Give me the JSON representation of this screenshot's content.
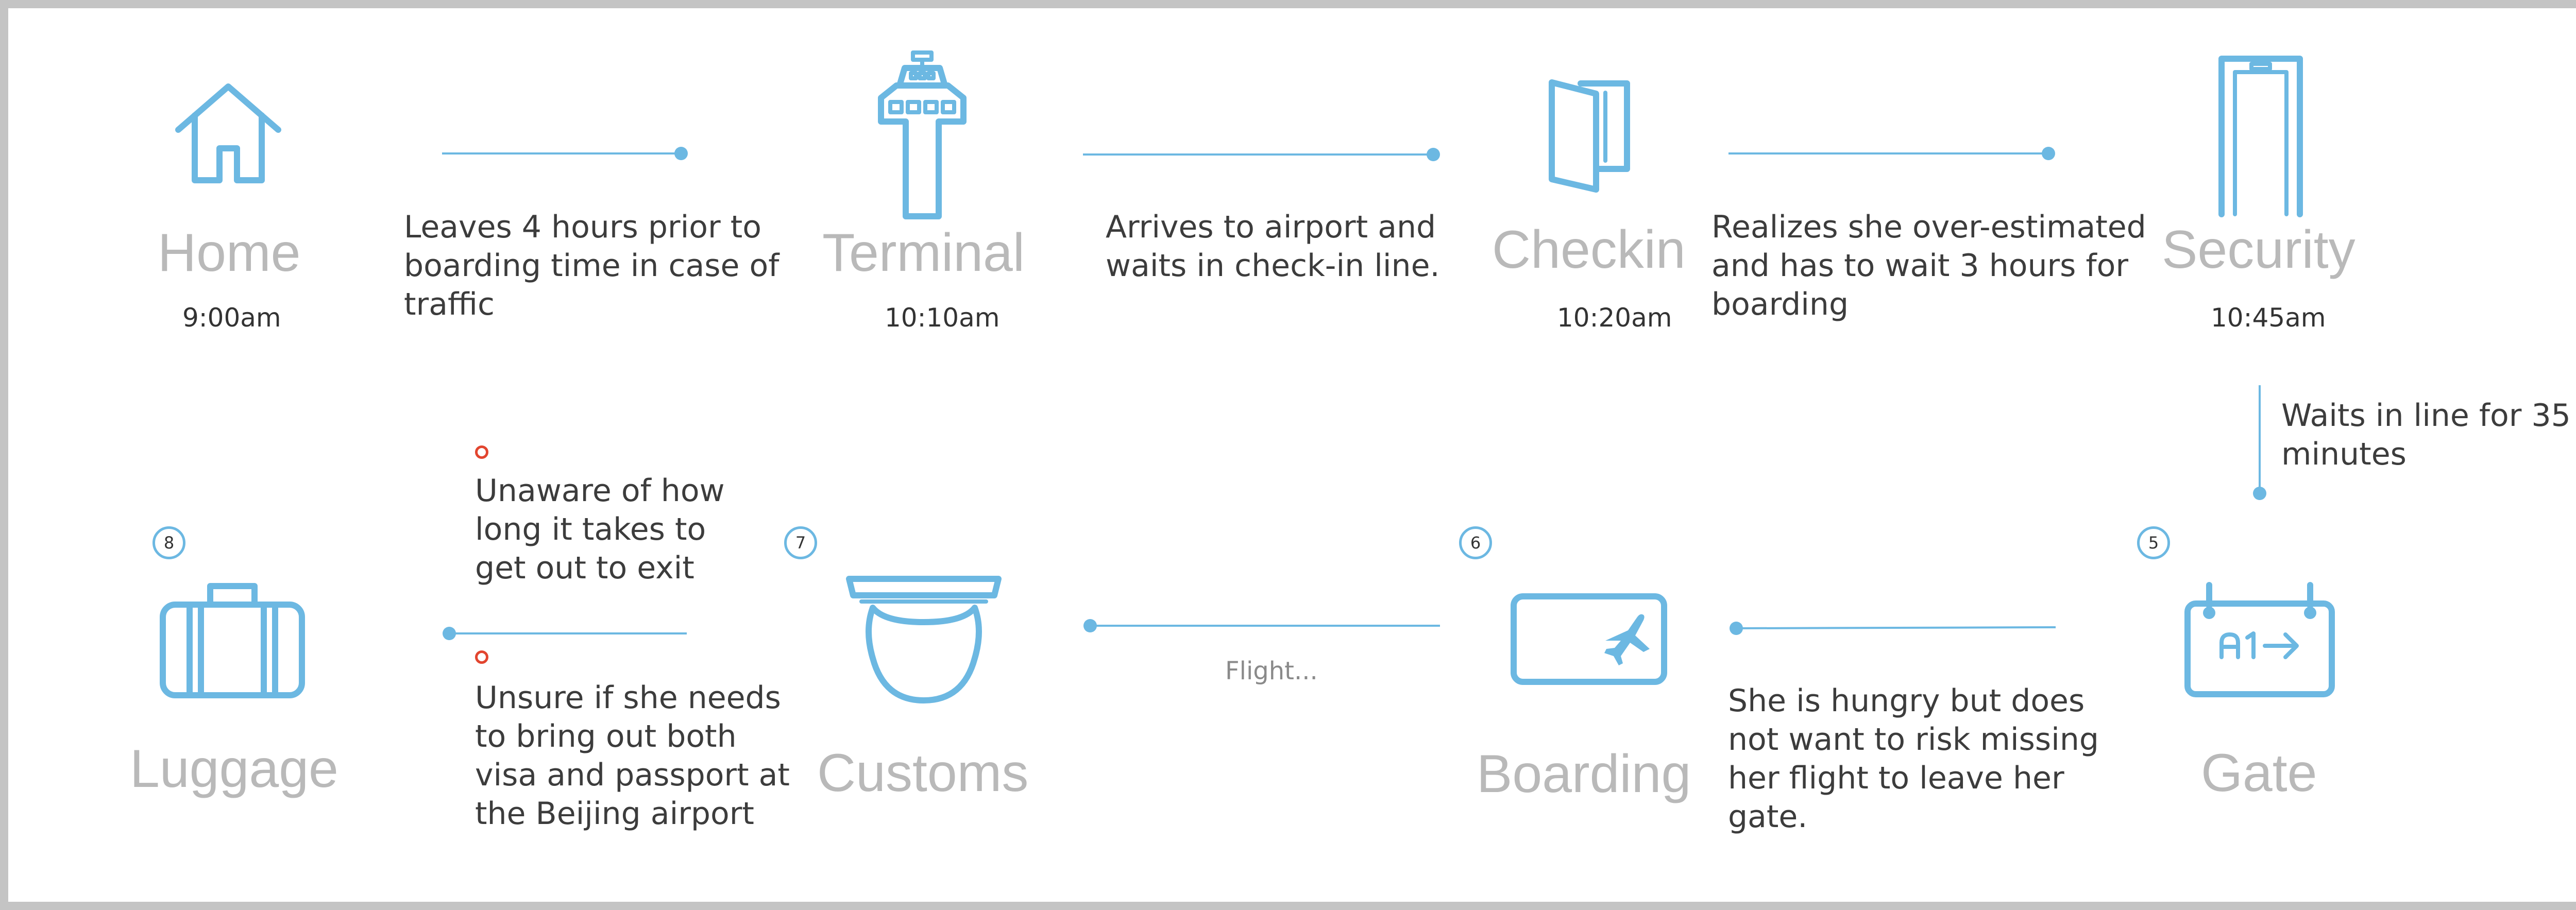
{
  "stages": [
    {
      "id": "home",
      "name": "Home",
      "time": "9:00am",
      "icon": "house-icon"
    },
    {
      "id": "terminal",
      "name": "Terminal",
      "time": "10:10am",
      "icon": "control-tower-icon"
    },
    {
      "id": "checkin",
      "name": "Checkin",
      "time": "10:20am",
      "icon": "door-icon"
    },
    {
      "id": "security",
      "name": "Security",
      "time": "10:45am",
      "icon": "security-gate-icon"
    },
    {
      "id": "gate",
      "name": "Gate",
      "step": "5",
      "icon": "gate-sign-icon"
    },
    {
      "id": "boarding",
      "name": "Boarding",
      "step": "6",
      "icon": "boarding-pass-icon"
    },
    {
      "id": "customs",
      "name": "Customs",
      "step": "7",
      "icon": "officer-cap-icon"
    },
    {
      "id": "luggage",
      "name": "Luggage",
      "step": "8",
      "icon": "suitcase-icon"
    }
  ],
  "transitions": {
    "home_terminal": "Leaves 4 hours prior to\nboarding time in case of\ntraffic",
    "terminal_checkin": "Arrives to airport and\nwaits in check-in line.",
    "checkin_security": "Realizes she over-estimated\nand has to wait 3 hours for\nboarding",
    "security_gate": "Waits in line for 35\nminutes",
    "gate_boarding": "She is hungry but does\nnot want to risk missing\nher flight to leave her\ngate.",
    "boarding_customs": "Flight...",
    "customs_luggage_pain_1": "Unaware of how\nlong it takes to\nget out to exit",
    "customs_luggage_pain_2": "Unsure if she needs\nto bring out both\nvisa and passport at\nthe Beijing airport"
  },
  "colors": {
    "accent": "#6cb8e2",
    "stage_name": "#b9b9b9",
    "alert": "#e2452f",
    "frame": "#c4c4c4"
  }
}
